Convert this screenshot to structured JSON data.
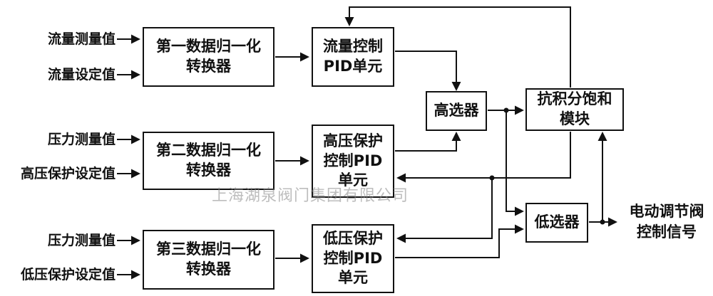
{
  "inputs": {
    "flow_measured": {
      "label": "流量测量值"
    },
    "flow_setpoint": {
      "label": "流量设定值"
    },
    "pressure_measured_high": {
      "label": "压力测量值"
    },
    "high_pressure_setpoint": {
      "label": "高压保护设定值"
    },
    "pressure_measured_low": {
      "label": "压力测量值"
    },
    "low_pressure_setpoint": {
      "label": "低压保护设定值"
    }
  },
  "blocks": {
    "normalizer1": {
      "label": "第一数据归一化\n转换器"
    },
    "normalizer2": {
      "label": "第二数据归一化\n转换器"
    },
    "normalizer3": {
      "label": "第三数据归一化\n转换器"
    },
    "flow_pid": {
      "label": "流量控制\nPID单元"
    },
    "high_pressure_pid": {
      "label": "高压保护\n控制PID\n单元"
    },
    "low_pressure_pid": {
      "label": "低压保护\n控制PID\n单元"
    },
    "high_selector": {
      "label": "高选器"
    },
    "anti_windup": {
      "label": "抗积分饱和\n模块"
    },
    "low_selector": {
      "label": "低选器"
    }
  },
  "output": {
    "label": "电动调节阀\n控制信号"
  },
  "watermark": {
    "label": "上海湖泉阀门集团有限公司"
  },
  "colors": {
    "line": "#111111",
    "box_border": "#111111",
    "text": "#111111",
    "watermark": "#878787",
    "background": "#ffffff"
  },
  "connections": [
    {
      "from": "流量测量值",
      "to": "第一数据归一化转换器"
    },
    {
      "from": "流量设定值",
      "to": "第一数据归一化转换器"
    },
    {
      "from": "第一数据归一化转换器",
      "to": "流量控制PID单元"
    },
    {
      "from": "压力测量值",
      "to": "第二数据归一化转换器"
    },
    {
      "from": "高压保护设定值",
      "to": "第二数据归一化转换器"
    },
    {
      "from": "第二数据归一化转换器",
      "to": "高压保护控制PID单元"
    },
    {
      "from": "压力测量值",
      "to": "第三数据归一化转换器"
    },
    {
      "from": "低压保护设定值",
      "to": "第三数据归一化转换器"
    },
    {
      "from": "第三数据归一化转换器",
      "to": "低压保护控制PID单元"
    },
    {
      "from": "流量控制PID单元",
      "to": "高选器"
    },
    {
      "from": "高压保护控制PID单元",
      "to": "高选器"
    },
    {
      "from": "高选器",
      "to": "抗积分饱和模块"
    },
    {
      "from": "高选器",
      "to": "低选器"
    },
    {
      "from": "低压保护控制PID单元",
      "to": "低选器"
    },
    {
      "from": "低选器",
      "to": "电动调节阀控制信号"
    },
    {
      "from": "低选器",
      "to": "抗积分饱和模块"
    },
    {
      "from": "抗积分饱和模块",
      "to": "流量控制PID单元"
    },
    {
      "from": "抗积分饱和模块",
      "to": "高压保护控制PID单元"
    },
    {
      "from": "抗积分饱和模块",
      "to": "低压保护控制PID单元"
    }
  ]
}
